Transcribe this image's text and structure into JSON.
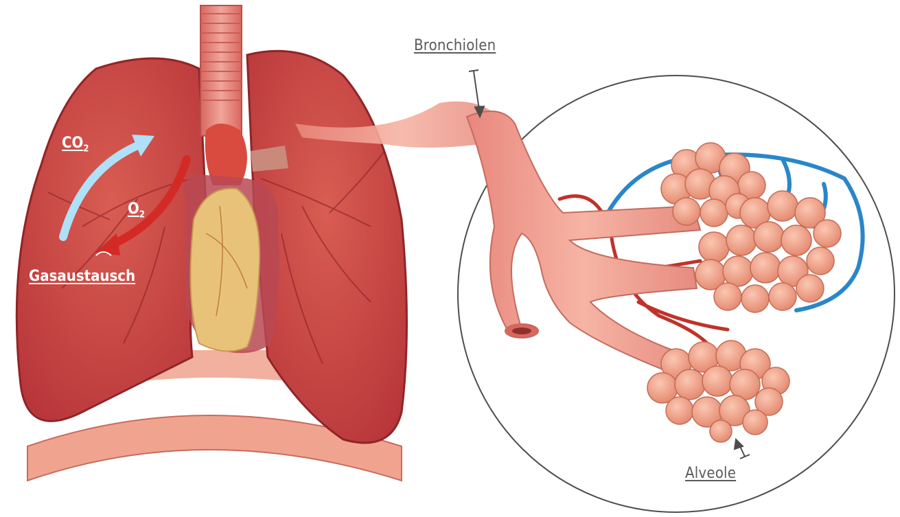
{
  "labels": {
    "bronchiolen": "Bronchiolen",
    "alveole": "Alveole",
    "gasaustausch": "Gasaustausch",
    "co2_main": "CO",
    "co2_sub": "2",
    "o2_main": "O",
    "o2_sub": "2"
  },
  "colors": {
    "lung": "#c8433f",
    "lung_dark": "#9e2a2b",
    "trachea": "#e07a74",
    "heart": "#e9c27a",
    "diaphragm": "#e38c7c",
    "alveoli": "#f3a58c",
    "vein_blue": "#2a86c9",
    "artery_red": "#c0322a",
    "co2_arrow": "#aee0f7",
    "o2_arrow": "#d42a25",
    "circle_stroke": "#4d4d4d"
  }
}
